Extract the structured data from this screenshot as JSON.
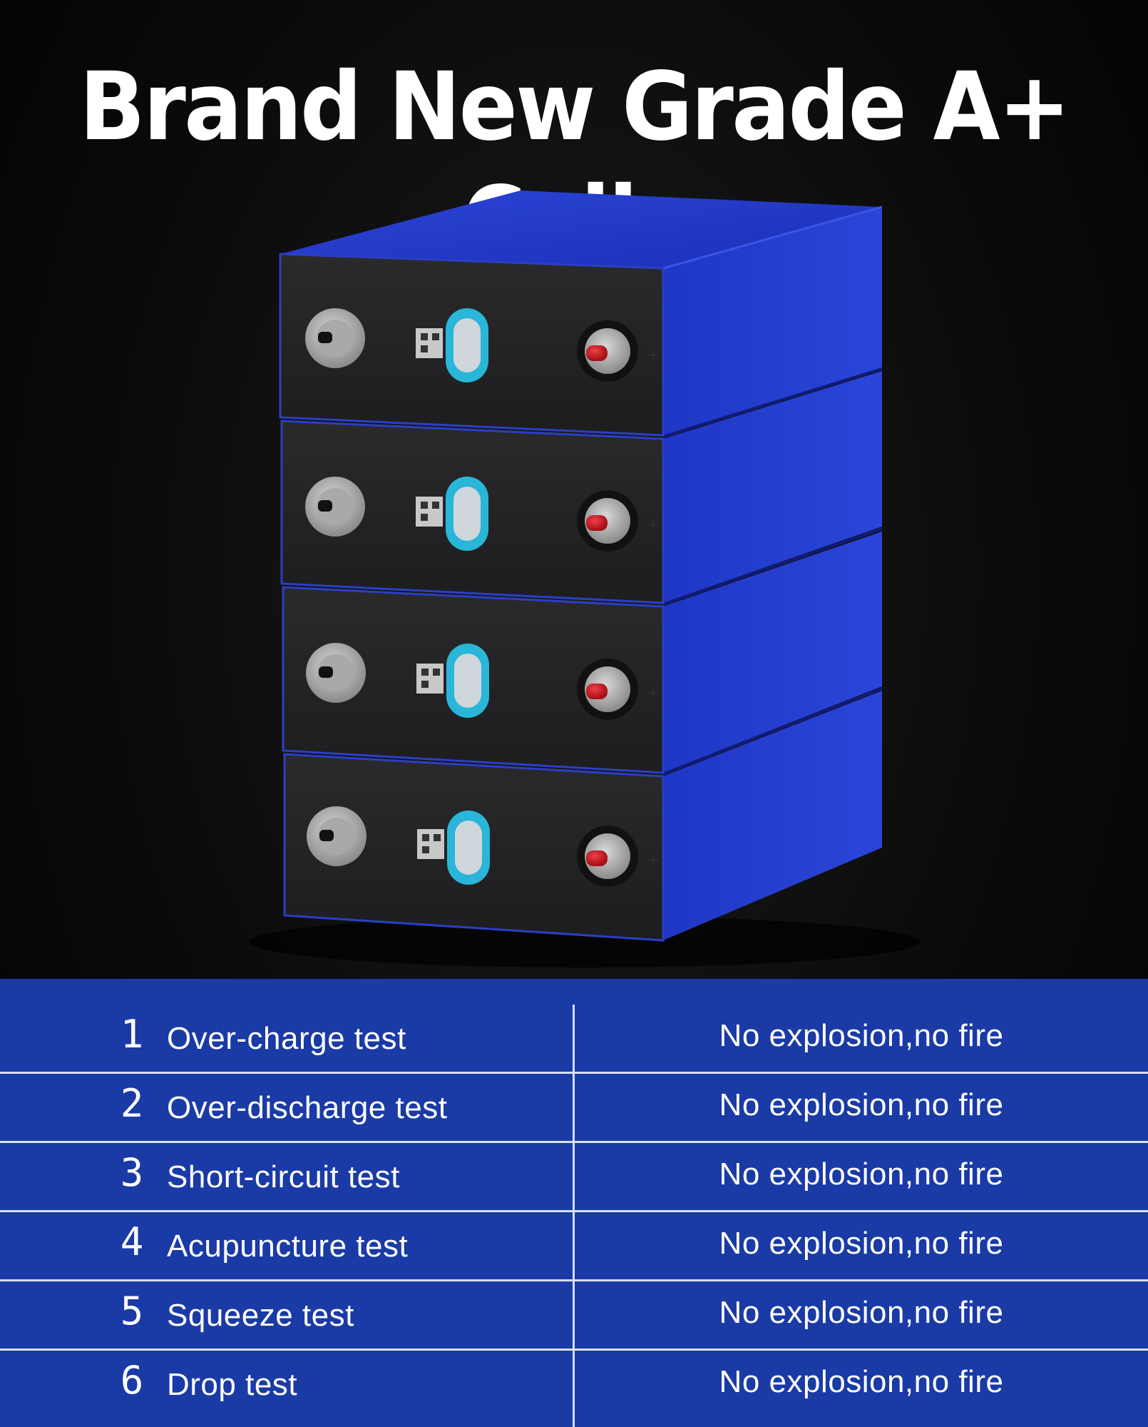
{
  "headline": "Brand New Grade A+ Cells",
  "colors": {
    "background": "#000000",
    "table_blue": "#1a3aa6",
    "cell_blue": "#1f35c8",
    "cell_face": "#232325",
    "terminal_red": "#c0161c",
    "vent_cyan": "#29b6d8"
  },
  "cell_terminal_sign": "+",
  "tests": [
    {
      "number": "1",
      "name": "Over-charge test",
      "result": "No explosion,no fire"
    },
    {
      "number": "2",
      "name": "Over-discharge test",
      "result": "No explosion,no fire"
    },
    {
      "number": "3",
      "name": "Short-circuit test",
      "result": "No explosion,no fire"
    },
    {
      "number": "4",
      "name": "Acupuncture test",
      "result": "No explosion,no fire"
    },
    {
      "number": "5",
      "name": "Squeeze test",
      "result": "No explosion,no fire"
    },
    {
      "number": "6",
      "name": "Drop test",
      "result": "No explosion,no fire"
    }
  ]
}
